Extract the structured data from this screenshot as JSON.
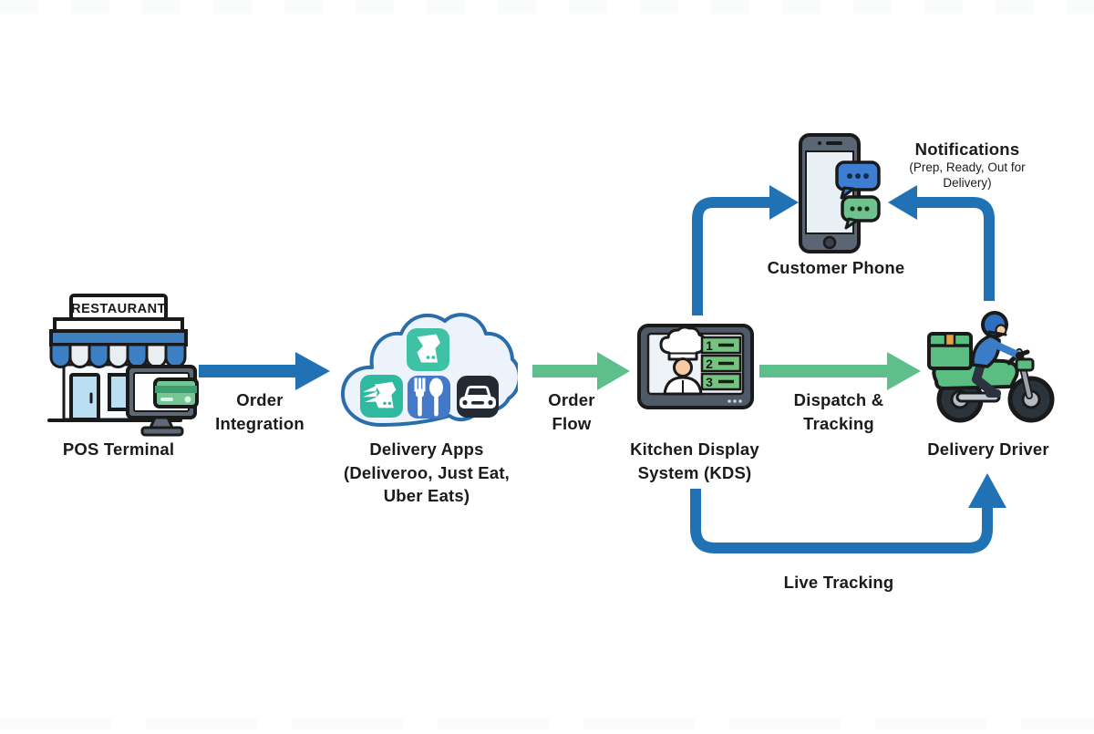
{
  "nodes": {
    "pos_terminal": {
      "label": "POS Terminal",
      "sign_text": "RESTAURANT"
    },
    "delivery_apps": {
      "label_lines": [
        "Delivery Apps",
        "(Deliveroo, Just Eat,",
        "Uber Eats)"
      ]
    },
    "kds": {
      "label_lines": [
        "Kitchen Display",
        "System (KDS)"
      ],
      "ticket_numbers": [
        "1",
        "2",
        "3"
      ]
    },
    "customer_phone": {
      "label": "Customer Phone"
    },
    "delivery_driver": {
      "label": "Delivery Driver"
    }
  },
  "flows": {
    "order_integration": {
      "label_lines": [
        "Order",
        "Integration"
      ],
      "color": "#2171b5"
    },
    "order_flow": {
      "label_lines": [
        "Order",
        "Flow"
      ],
      "color": "#5fbf8c"
    },
    "dispatch_tracking": {
      "label_lines": [
        "Dispatch &",
        "Tracking"
      ],
      "color": "#5fbf8c"
    },
    "kds_to_phone": {
      "color": "#2171b5"
    },
    "driver_to_phone": {
      "color": "#2171b5"
    },
    "live_tracking": {
      "label": "Live Tracking",
      "color": "#2171b5"
    }
  },
  "annotations": {
    "notifications": {
      "title": "Notifications",
      "subtitle_lines": [
        "(Prep, Ready, Out for",
        "Delivery)"
      ]
    }
  },
  "colors": {
    "background": "#ffffff",
    "text": "#1b1b1b",
    "outline": "#1a1a1a",
    "flow_blue": "#2171b5",
    "flow_green": "#5fbf8c",
    "cloud_fill": "#edf3fa",
    "cloud_stroke": "#2b6cab",
    "app_teal": "#3fc1a6",
    "app_blue": "#4478c8",
    "app_dark": "#232a33",
    "kds_ticket_green": "#74c37e",
    "awning_blue": "#3c7fc2",
    "glass_blue": "#badef2",
    "device_gray": "#5a6673",
    "card_green": "#74c694",
    "bubble_blue": "#3d7ed2",
    "bubble_green": "#6fc28c",
    "moto_green": "#5abd81",
    "rider_blue": "#3a7cc7",
    "skin": "#f7caa1"
  }
}
